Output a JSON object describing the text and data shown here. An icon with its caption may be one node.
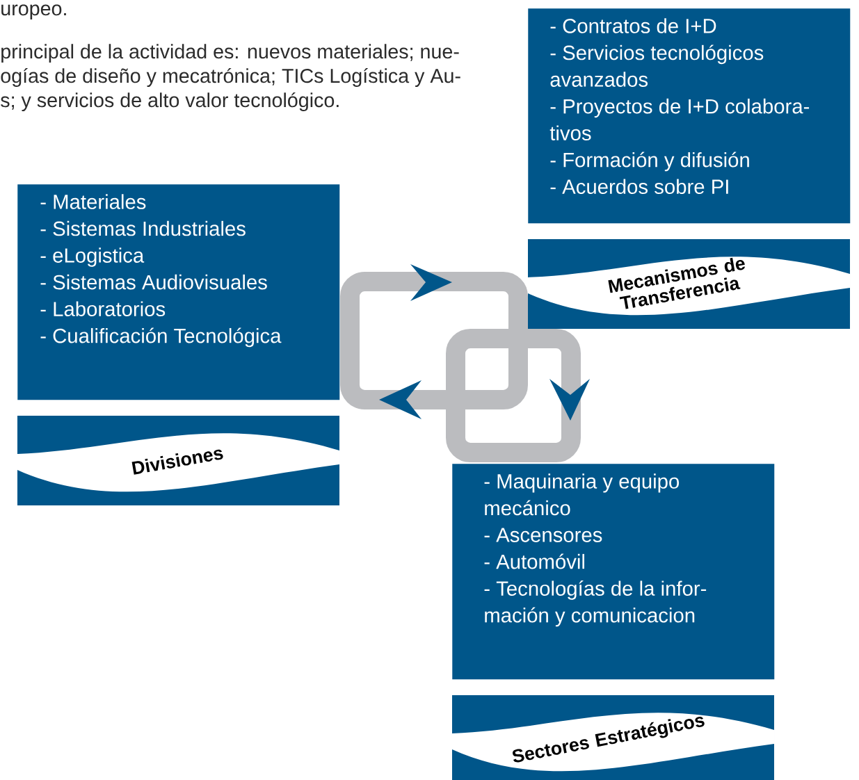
{
  "diagram": {
    "nodes": [
      {
        "text": [
          "- Contratos de I+D",
          "- Servicios tecnológicos avanzados",
          "- Proyectos de I+D colabora- tivos",
          "- Formación y difusión",
          "- Acuerdos sobre PI"
        ]
      },
      {
        "text": [
          "Mecanismos de Transferencia"
        ]
      },
      {
        "text": [
          "- Materiales",
          "- Sistemas Industriales",
          "- eLogistica",
          "- Sistemas Audiovisuales",
          "- Laboratorios",
          "- Cualificación Tecnológica"
        ]
      },
      {
        "text": [
          "Divisiones"
        ]
      },
      {
        "text": [
          "- Maquinaria y equipo mecánico",
          "- Ascensores",
          "- Automóvil",
          "- Tecnologías de la infor- mación y comunicacion"
        ]
      },
      {
        "text": [
          "Sectores Estratégicos"
        ]
      }
    ],
    "labels": [
      "uropeo.",
      "principal de la actividad es: nuevos materiales; nue-",
      "ogías de diseño y mecatrónica; TICs Logística y Au-",
      "s; y servicios de alto valor tecnológico."
    ]
  }
}
